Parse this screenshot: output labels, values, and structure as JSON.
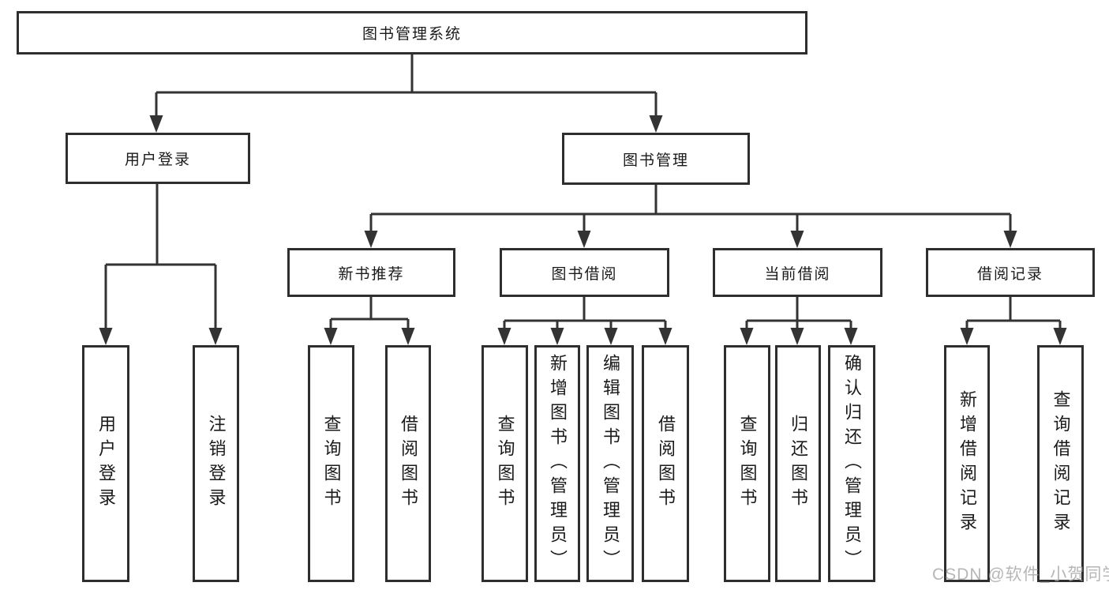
{
  "tree": {
    "label": "图书管理系统",
    "children": [
      {
        "label": "用户登录",
        "children": [
          {
            "label": "用户登录"
          },
          {
            "label": "注销登录"
          }
        ]
      },
      {
        "label": "图书管理",
        "children": [
          {
            "label": "新书推荐",
            "children": [
              {
                "label": "查询图书"
              },
              {
                "label": "借阅图书"
              }
            ]
          },
          {
            "label": "图书借阅",
            "children": [
              {
                "label": "查询图书"
              },
              {
                "label": "新增图书（管理员）"
              },
              {
                "label": "编辑图书（管理员）"
              },
              {
                "label": "借阅图书"
              }
            ]
          },
          {
            "label": "当前借阅",
            "children": [
              {
                "label": "查询图书"
              },
              {
                "label": "归还图书"
              },
              {
                "label": "确认归还（管理员）"
              }
            ]
          },
          {
            "label": "借阅记录",
            "children": [
              {
                "label": "新增借阅记录"
              },
              {
                "label": "查询借阅记录"
              }
            ]
          }
        ]
      }
    ]
  },
  "watermark": {
    "text": "CSDN @软件_小贺同学"
  },
  "colors": {
    "line": "#333333",
    "box_border": "#2e2e2e",
    "text": "#1a1a1a",
    "background": "#ffffff",
    "watermark": "#a4a4a4"
  }
}
